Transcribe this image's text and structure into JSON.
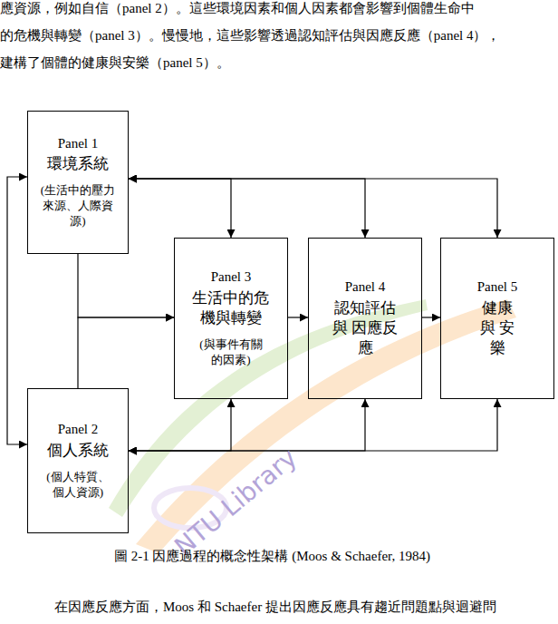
{
  "diagram": {
    "caption": "圖 2-1 因應過程的概念性架構  (Moos & Schaefer, 1984)",
    "nodes": [
      {
        "text": [
          "Panel 1",
          "環境系統",
          "(生活中的壓力來源、人際資源)"
        ]
      },
      {
        "text": [
          "Panel 2",
          "個人系統",
          "(個人特質、個人資源)"
        ]
      },
      {
        "text": [
          "Panel 3",
          "生活中的危機與轉變",
          "(與事件有關的因素)"
        ]
      },
      {
        "text": [
          "Panel 4",
          "認知評估 與 因應反應"
        ]
      },
      {
        "text": [
          "Panel 5",
          "健康 與 安樂"
        ]
      }
    ],
    "edges": [
      {
        "from": 0,
        "to": 1,
        "arrow": "both"
      },
      {
        "from": 0,
        "to": 2,
        "arrow": "both"
      },
      {
        "from": 0,
        "to": 3,
        "arrow": "both"
      },
      {
        "from": 0,
        "to": 4,
        "arrow": "both"
      },
      {
        "from": 1,
        "to": 2,
        "arrow": "both"
      },
      {
        "from": 1,
        "to": 3,
        "arrow": "both"
      },
      {
        "from": 1,
        "to": 4,
        "arrow": "both"
      },
      {
        "from": 0,
        "to": 2,
        "arrow": "to"
      },
      {
        "from": 1,
        "to": 2,
        "arrow": "to"
      },
      {
        "from": 2,
        "to": 3,
        "arrow": "to"
      },
      {
        "from": 3,
        "to": 4,
        "arrow": "to"
      }
    ],
    "labels": [
      "應資源，例如自信（panel 2）。這些環境因素和個人因素都會影響到個體生命中",
      "的危機與轉變（panel 3）。慢慢地，這些影響透過認知評估與因應反應（panel 4），",
      "建構了個體的健康與安樂（panel 5）。",
      "NTU Library",
      "在因應反應方面，Moos 和 Schaefer 提出因應反應具有趨近問題點與迴避問"
    ]
  }
}
